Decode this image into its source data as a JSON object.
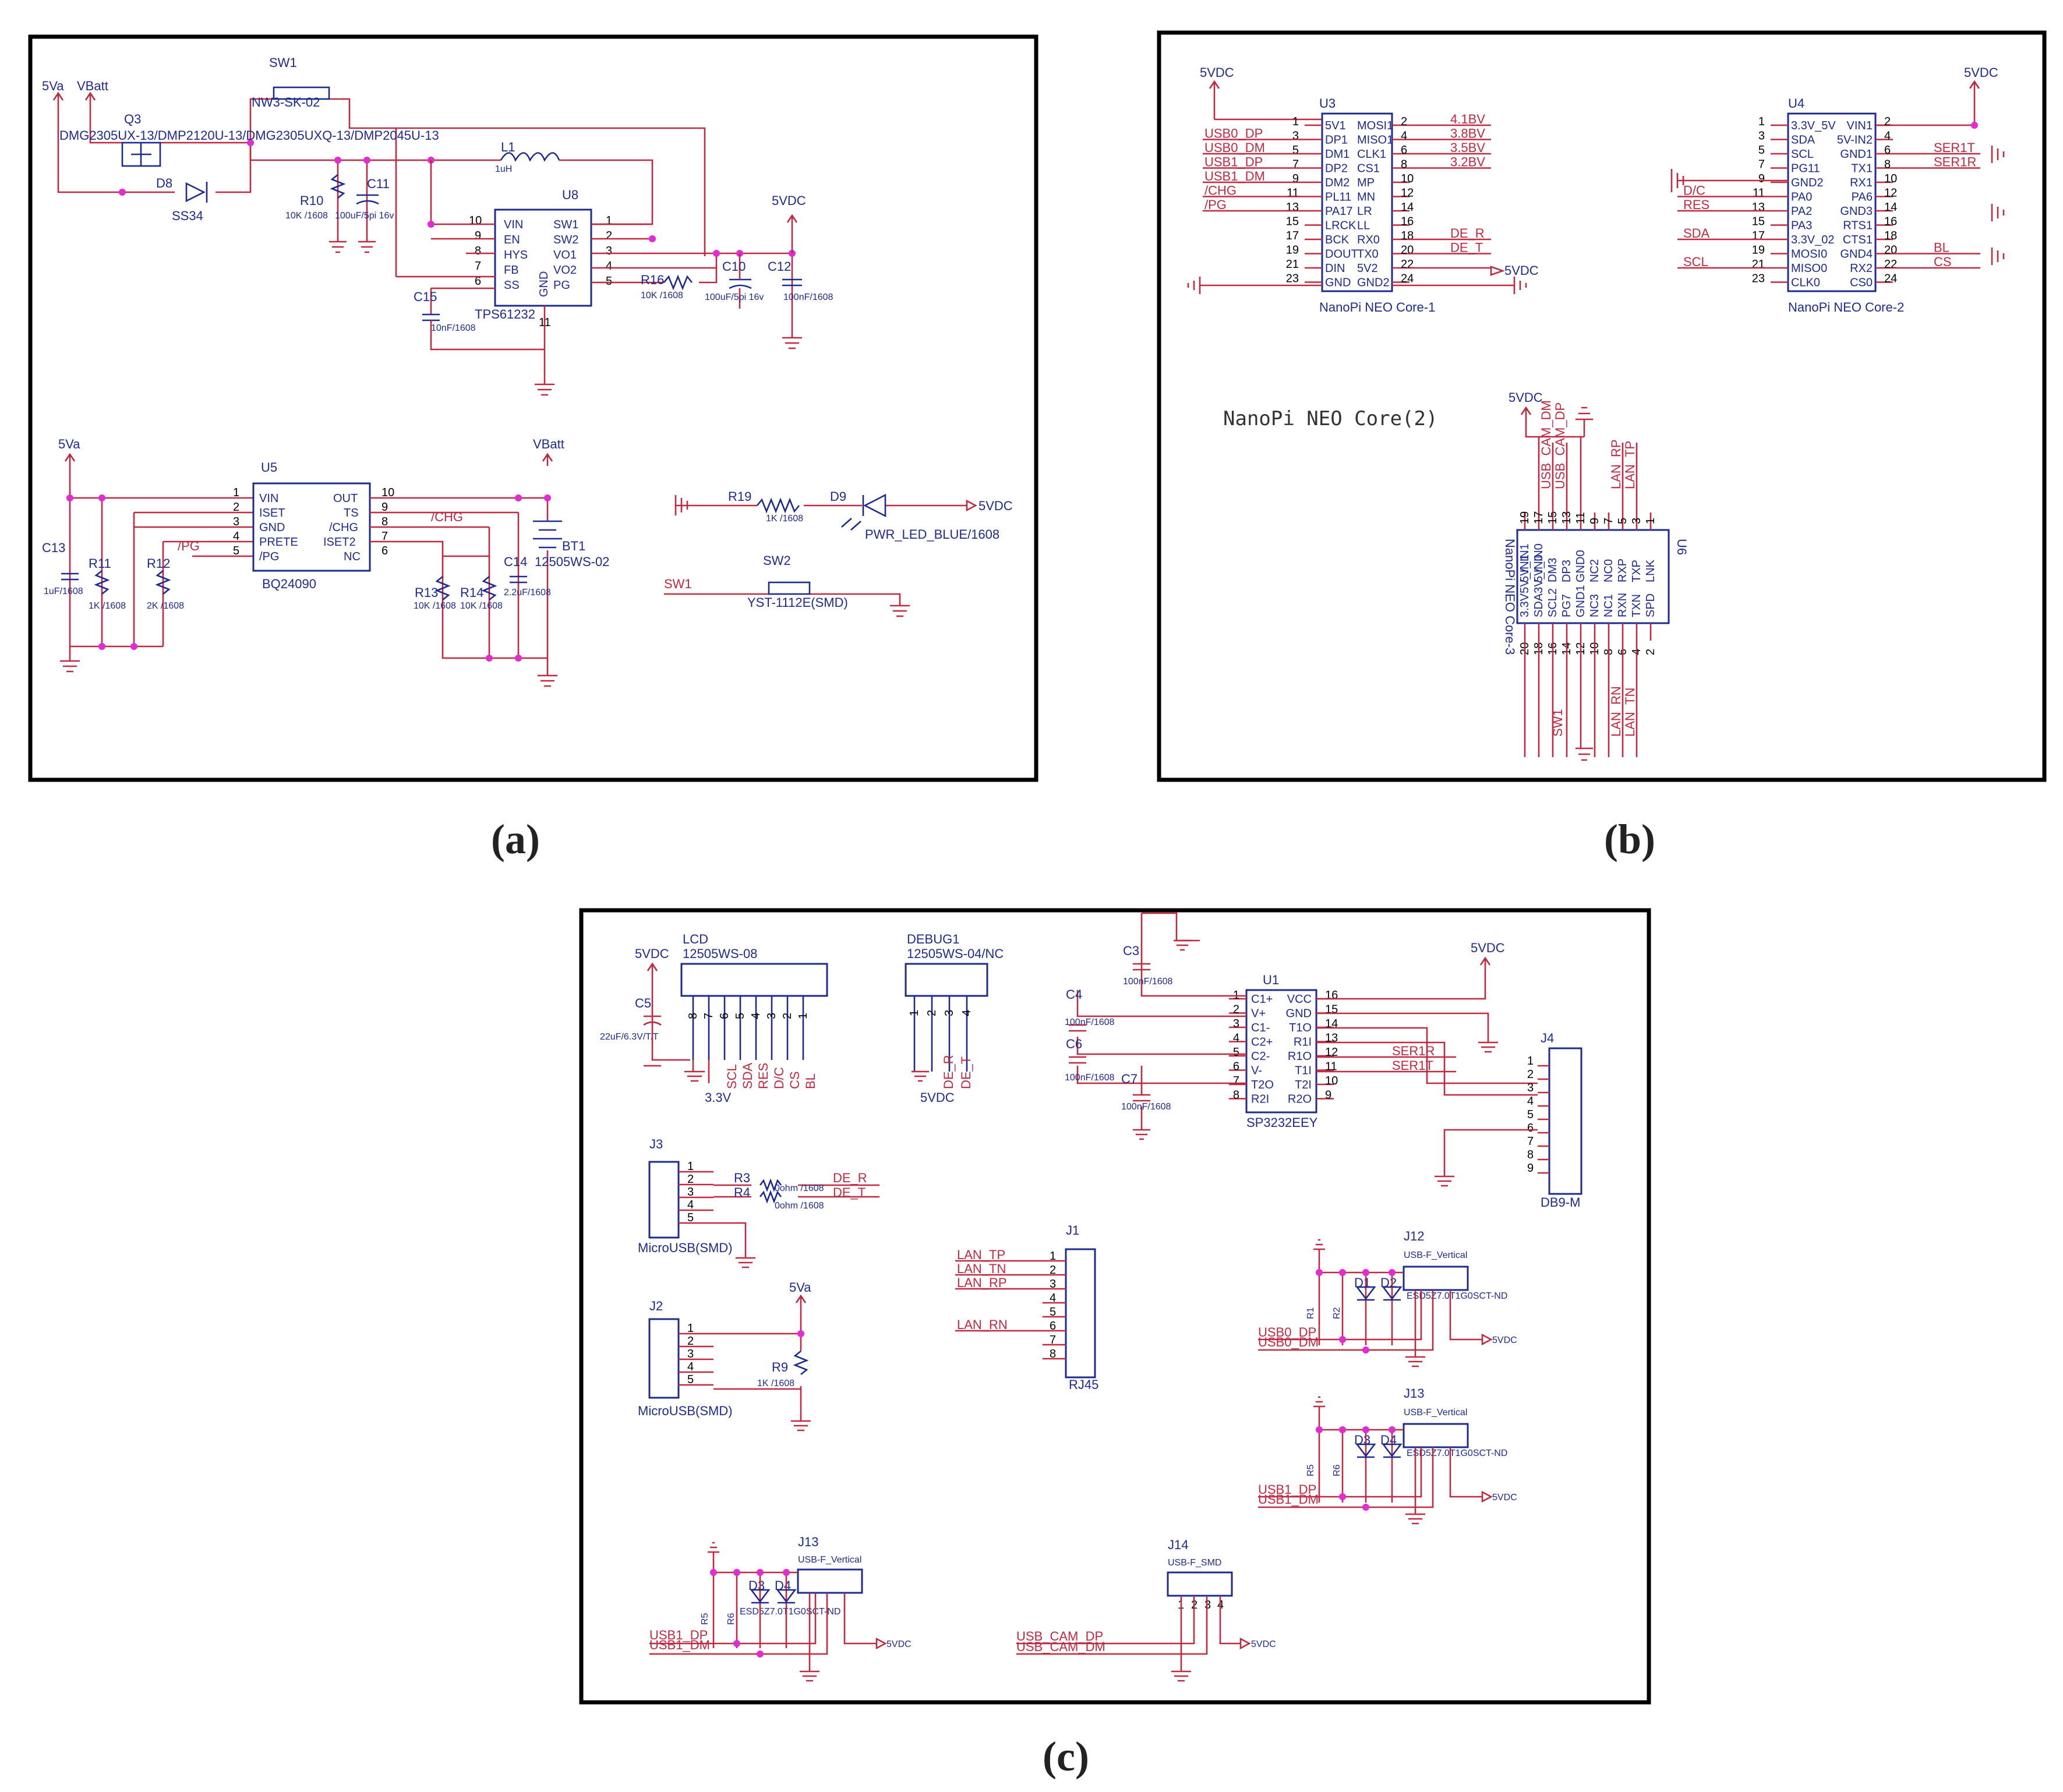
{
  "captions": {
    "a": "(a)",
    "b": "(b)",
    "c": "(c)"
  },
  "panel_b_title": "NanoPi NEO Core(2)",
  "panel_a": {
    "power_labels": [
      "5Va",
      "VBatt"
    ],
    "q3_ref": "Q3",
    "q3_part": "DMG2305UX-13/DMP2120U-13/DMG2305UXQ-13/DMP2045U-13",
    "sw1_ref": "SW1",
    "sw1_part": "NW3-SK-02",
    "d8_ref": "D8",
    "d8_part": "SS34",
    "l1_ref": "L1",
    "l1_val": "1uH",
    "r10_ref": "R10",
    "r10_val": "10K /1608",
    "c11_ref": "C11",
    "c11_val": "100uF/5pi 16v",
    "u8_ref": "U8",
    "u8_part": "TPS61232",
    "u8_left_pins": [
      {
        "num": "10",
        "name": "VIN"
      },
      {
        "num": "9",
        "name": "EN"
      },
      {
        "num": "8",
        "name": "HYS"
      },
      {
        "num": "7",
        "name": "FB"
      },
      {
        "num": "6",
        "name": "SS"
      }
    ],
    "u8_right_pins": [
      {
        "num": "1",
        "name": "SW1"
      },
      {
        "num": "2",
        "name": "SW2"
      },
      {
        "num": "3",
        "name": "VO1"
      },
      {
        "num": "4",
        "name": "VO2"
      },
      {
        "num": "5",
        "name": "PG"
      }
    ],
    "u8_gnd": "GND",
    "u8_gnd_num": "11",
    "c15_ref": "C15",
    "c15_val": "10nF/1608",
    "r16_ref": "R16",
    "r16_val": "10K /1608",
    "c10_ref": "C10",
    "c10_val": "100uF/5pi 16v",
    "c12_ref": "C12",
    "c12_val": "100nF/1608",
    "out_5vdc": "5VDC",
    "u5_ref": "U5",
    "u5_part": "BQ24090",
    "u5_left_pins": [
      {
        "num": "1",
        "name": "VIN"
      },
      {
        "num": "2",
        "name": "ISET"
      },
      {
        "num": "3",
        "name": "GND"
      },
      {
        "num": "4",
        "name": "PRETE"
      },
      {
        "num": "5",
        "name": "/PG"
      }
    ],
    "u5_right_pins": [
      {
        "num": "10",
        "name": "OUT"
      },
      {
        "num": "9",
        "name": "TS"
      },
      {
        "num": "8",
        "name": "/CHG"
      },
      {
        "num": "7",
        "name": "ISET2"
      },
      {
        "num": "6",
        "name": "NC"
      }
    ],
    "u5_nets": {
      "pg": "/PG",
      "chg": "/CHG"
    },
    "c13_ref": "C13",
    "c13_val": "1uF/1608",
    "r11_ref": "R11",
    "r11_val": "1K /1608",
    "r12_ref": "R12",
    "r12_val": "2K /1608",
    "r13_ref": "R13",
    "r13_val": "10K /1608",
    "r14_ref": "R14",
    "r14_val": "10K /1608",
    "c14_ref": "C14",
    "c14_val": "2.2uF/1608",
    "bt1_ref": "BT1",
    "bt1_part": "12505WS-02",
    "r19_ref": "R19",
    "r19_val": "1K /1608",
    "d9_ref": "D9",
    "d9_part": "PWR_LED_BLUE/1608",
    "sw2_ref": "SW2",
    "sw2_part": "YST-1112E(SMD)",
    "sw1_net": "SW1"
  },
  "panel_b": {
    "vcc": "5VDC",
    "u3_ref": "U3",
    "u3_part": "NanoPi NEO Core-1",
    "u3_rows": [
      {
        "ln": "1",
        "l": "5V1",
        "r": "MOSI1",
        "rn": "2",
        "net_l": "",
        "net_r": "4.1BV"
      },
      {
        "ln": "3",
        "l": "DP1",
        "r": "MISO1",
        "rn": "4",
        "net_l": "USB0_DP",
        "net_r": "3.8BV"
      },
      {
        "ln": "5",
        "l": "DM1",
        "r": "CLK1",
        "rn": "6",
        "net_l": "USB0_DM",
        "net_r": "3.5BV"
      },
      {
        "ln": "7",
        "l": "DP2",
        "r": "CS1",
        "rn": "8",
        "net_l": "USB1_DP",
        "net_r": "3.2BV"
      },
      {
        "ln": "9",
        "l": "DM2",
        "r": "MP",
        "rn": "10",
        "net_l": "USB1_DM",
        "net_r": ""
      },
      {
        "ln": "11",
        "l": "PL11",
        "r": "MN",
        "rn": "12",
        "net_l": "/CHG",
        "net_r": ""
      },
      {
        "ln": "13",
        "l": "PA17",
        "r": "LR",
        "rn": "14",
        "net_l": "/PG",
        "net_r": ""
      },
      {
        "ln": "15",
        "l": "LRCK",
        "r": "LL",
        "rn": "16",
        "net_l": "",
        "net_r": ""
      },
      {
        "ln": "17",
        "l": "BCK",
        "r": "RX0",
        "rn": "18",
        "net_l": "",
        "net_r": "DE_R"
      },
      {
        "ln": "19",
        "l": "DOUT",
        "r": "TX0",
        "rn": "20",
        "net_l": "",
        "net_r": "DE_T"
      },
      {
        "ln": "21",
        "l": "DIN",
        "r": "5V2",
        "rn": "22",
        "net_l": "",
        "net_r": "5VDC"
      },
      {
        "ln": "23",
        "l": "GND",
        "r": "GND2",
        "rn": "24",
        "net_l": "",
        "net_r": ""
      }
    ],
    "u4_ref": "U4",
    "u4_part": "NanoPi NEO Core-2",
    "u4_rows": [
      {
        "ln": "1",
        "l": "3.3V_5V",
        "r": "VIN1",
        "rn": "2",
        "net_l": "",
        "net_r": ""
      },
      {
        "ln": "3",
        "l": "SDA",
        "r": "5V-IN2",
        "rn": "4",
        "net_l": "",
        "net_r": ""
      },
      {
        "ln": "5",
        "l": "SCL",
        "r": "GND1",
        "rn": "6",
        "net_l": "",
        "net_r": "SER1T"
      },
      {
        "ln": "7",
        "l": "PG11",
        "r": "TX1",
        "rn": "8",
        "net_l": "",
        "net_r": "SER1R"
      },
      {
        "ln": "9",
        "l": "GND2",
        "r": "RX1",
        "rn": "10",
        "net_l": "",
        "net_r": ""
      },
      {
        "ln": "11",
        "l": "PA0",
        "r": "PA6",
        "rn": "12",
        "net_l": "D/C",
        "net_r": ""
      },
      {
        "ln": "13",
        "l": "PA2",
        "r": "GND3",
        "rn": "14",
        "net_l": "RES",
        "net_r": ""
      },
      {
        "ln": "15",
        "l": "PA3",
        "r": "RTS1",
        "rn": "16",
        "net_l": "",
        "net_r": ""
      },
      {
        "ln": "17",
        "l": "3.3V_02",
        "r": "CTS1",
        "rn": "18",
        "net_l": "SDA",
        "net_r": ""
      },
      {
        "ln": "19",
        "l": "MOSI0",
        "r": "GND4",
        "rn": "20",
        "net_l": "",
        "net_r": "BL"
      },
      {
        "ln": "21",
        "l": "MISO0",
        "r": "RX2",
        "rn": "22",
        "net_l": "SCL",
        "net_r": "CS"
      },
      {
        "ln": "23",
        "l": "CLK0",
        "r": "CS0",
        "rn": "24",
        "net_l": "",
        "net_r": ""
      }
    ],
    "u6_ref": "U6",
    "u6_part": "NanoPi NEO Core-3",
    "u6_top": [
      "3.3V5V_IN1",
      "SDA3V_IN0",
      "SCL2",
      "PG7",
      "GND1",
      "NC3",
      "NC1",
      "RXN",
      "TXN",
      "SPD"
    ],
    "u6_bottom": [
      "5V_IN1",
      "5V_IN0",
      "DM3",
      "DP3",
      "GND0",
      "NC2",
      "NC0",
      "RXP",
      "TXP",
      "LNK"
    ],
    "u6_top_nets": [
      "USB_CAM_DM",
      "USB_CAM_DP",
      "",
      "",
      "",
      "",
      "LAN_RP",
      "LAN_TP"
    ],
    "u6_bottom_nets": [
      "SW1",
      "LAN_RN",
      "LAN_TN"
    ],
    "u6_top_nums": [
      "19",
      "17",
      "15",
      "13",
      "11",
      "9",
      "7",
      "5",
      "3",
      "1"
    ],
    "u6_bottom_nums": [
      "20",
      "18",
      "16",
      "14",
      "12",
      "10",
      "8",
      "6",
      "4",
      "2"
    ]
  },
  "panel_c": {
    "lcd_ref": "LCD",
    "lcd_part": "12505WS-08",
    "lcd_pin_nums": [
      "8",
      "7",
      "6",
      "5",
      "4",
      "3",
      "2",
      "1"
    ],
    "lcd_nets": [
      "SCL",
      "SDA",
      "RES",
      "D/C",
      "CS",
      "BL"
    ],
    "lcd_3v3": "3.3V",
    "c5_ref": "C5",
    "c5_val": "22uF/6.3V/T.T",
    "vcc": "5VDC",
    "debug_ref": "DEBUG1",
    "debug_part": "12505WS-04/NC",
    "debug_pin_nums": [
      "1",
      "2",
      "3",
      "4"
    ],
    "debug_nets": [
      "DE_R",
      "DE_T"
    ],
    "debug_5v": "5VDC",
    "c3_ref": "C3",
    "c3_val": "100nF/1608",
    "c4_ref": "C4",
    "c4_val": "100nF/1608",
    "c6_ref": "C6",
    "c6_val": "100nF/1608",
    "c7_ref": "C7",
    "c7_val": "100nF/1608",
    "u1_ref": "U1",
    "u1_part": "SP3232EEY",
    "u1_rows": [
      {
        "ln": "1",
        "l": "C1+",
        "r": "VCC",
        "rn": "16"
      },
      {
        "ln": "2",
        "l": "V+",
        "r": "GND",
        "rn": "15"
      },
      {
        "ln": "3",
        "l": "C1-",
        "r": "T1O",
        "rn": "14"
      },
      {
        "ln": "4",
        "l": "C2+",
        "r": "R1I",
        "rn": "13"
      },
      {
        "ln": "5",
        "l": "C2-",
        "r": "R1O",
        "rn": "12"
      },
      {
        "ln": "6",
        "l": "V-",
        "r": "T1I",
        "rn": "11"
      },
      {
        "ln": "7",
        "l": "T2O",
        "r": "T2I",
        "rn": "10"
      },
      {
        "ln": "8",
        "l": "R2I",
        "r": "R2O",
        "rn": "9"
      }
    ],
    "u1_nets": [
      "SER1R",
      "SER1T"
    ],
    "j4_ref": "J4",
    "j4_part": "DB9-M",
    "j4_pins": [
      "1",
      "2",
      "3",
      "4",
      "5",
      "6",
      "7",
      "8",
      "9"
    ],
    "j3_ref": "J3",
    "j3_part": "MicroUSB(SMD)",
    "j3_pins": [
      "1",
      "2",
      "3",
      "4",
      "5"
    ],
    "r3_ref": "R3",
    "r4_ref": "R4",
    "r3_val": "0ohm /1608",
    "r4_val": "0ohm /1608",
    "j3_nets": [
      "DE_R",
      "DE_T"
    ],
    "j2_ref": "J2",
    "j2_part": "MicroUSB(SMD)",
    "j2_pins": [
      "1",
      "2",
      "3",
      "4",
      "5"
    ],
    "j2_5va": "5Va",
    "r9_ref": "R9",
    "r9_val": "1K /1608",
    "j1_ref": "J1",
    "j1_part": "RJ45",
    "j1_pins": [
      "1",
      "2",
      "3",
      "4",
      "5",
      "6",
      "7",
      "8"
    ],
    "j1_nets": [
      "LAN_TP",
      "LAN_TN",
      "LAN_RP",
      "",
      "",
      "LAN_RN"
    ],
    "j12_ref": "J12",
    "j12_part": "USB-F_Vertical",
    "j12_d": [
      "D1",
      "D2"
    ],
    "j12_tvs": "ESD5Z7.0T1G0SCT-ND",
    "j12_r": [
      "R1",
      "R2"
    ],
    "j12_nets": [
      "USB0_DP",
      "USB0_DM"
    ],
    "j13_ref": "J13",
    "j13_part": "USB-F_Vertical",
    "j13_d": [
      "D3",
      "D4"
    ],
    "j13_tvs": "ESD5Z7.0T1G0SCT-ND",
    "j13_r": [
      "R5",
      "R6"
    ],
    "j13_nets": [
      "USB1_DP",
      "USB1_DM"
    ],
    "j13b_ref": "J13",
    "j13b_part": "USB-F_Vertical",
    "j13b_d": [
      "D3",
      "D4"
    ],
    "j13b_tvs": "ESD5Z7.0T1G0SCT-ND",
    "j13b_r": [
      "R5",
      "R6"
    ],
    "j13b_nets": [
      "USB1_DP",
      "USB1_DM"
    ],
    "j14_ref": "J14",
    "j14_part": "USB-F_SMD",
    "j14_pins": [
      "1",
      "2",
      "3",
      "4"
    ],
    "j14_nets": [
      "USB_CAM_DP",
      "USB_CAM_DM"
    ],
    "out_5vdc": "5VDC"
  },
  "colors": {
    "wire": "#c0283f",
    "component": "#1d2a8f",
    "junction": "#e22bd0"
  }
}
